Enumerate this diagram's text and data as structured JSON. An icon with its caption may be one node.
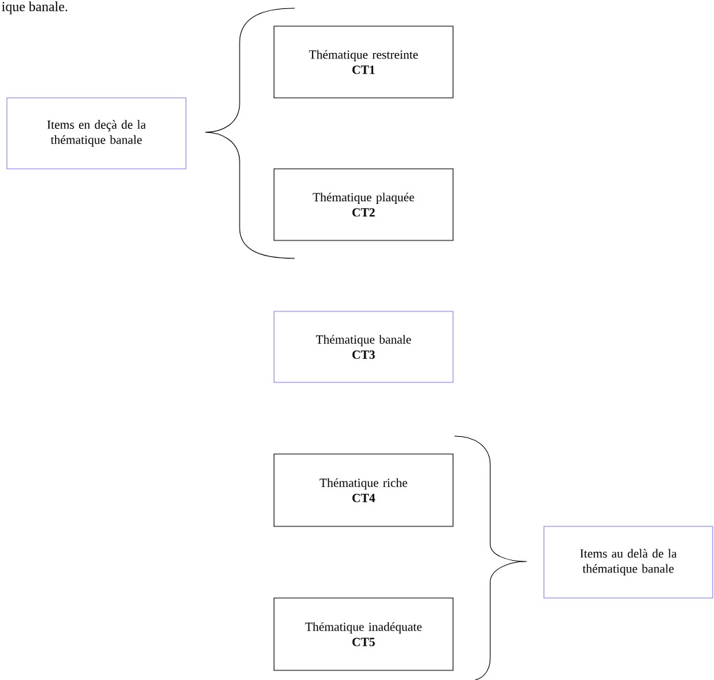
{
  "diagram": {
    "nodes": [
      {
        "text": [
          "Items en deçà de la thématique banale"
        ]
      },
      {
        "text": [
          "Thématique restreinte",
          "CT1"
        ]
      },
      {
        "text": [
          "Thématique plaquée",
          "CT2"
        ]
      },
      {
        "text": [
          "Thématique banale",
          "CT3"
        ]
      },
      {
        "text": [
          "Thématique riche",
          "CT4"
        ]
      },
      {
        "text": [
          "Thématique inadéquate",
          "CT5"
        ]
      },
      {
        "text": [
          "Items au delà de la thématique banale"
        ]
      }
    ],
    "edges": [],
    "labels": [
      "ique banale."
    ]
  }
}
